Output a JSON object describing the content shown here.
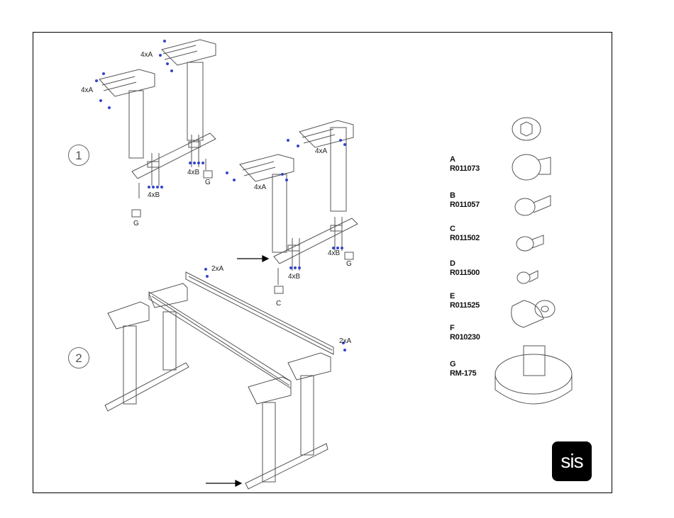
{
  "steps": [
    "1",
    "2"
  ],
  "callouts": {
    "a1": "4xA",
    "a2": "4xA",
    "a3": "4xA",
    "a4": "4xA",
    "b1": "4xB",
    "b2": "4xB",
    "b3": "4xB",
    "b4": "4xB",
    "g1": "G",
    "g2": "G",
    "g3": "G",
    "c1": "C",
    "a5": "2xA",
    "a6": "2xA"
  },
  "parts": [
    {
      "letter": "A",
      "code": "R011073"
    },
    {
      "letter": "B",
      "code": "R011057"
    },
    {
      "letter": "C",
      "code": "R011502"
    },
    {
      "letter": "D",
      "code": "R011500"
    },
    {
      "letter": "E",
      "code": "R011525"
    },
    {
      "letter": "F",
      "code": "R010230"
    },
    {
      "letter": "G",
      "code": "RM-175"
    }
  ],
  "logo": {
    "text": "sis"
  },
  "colors": {
    "line": "#555555",
    "screw": "#3344cc",
    "frame": "#000000"
  }
}
